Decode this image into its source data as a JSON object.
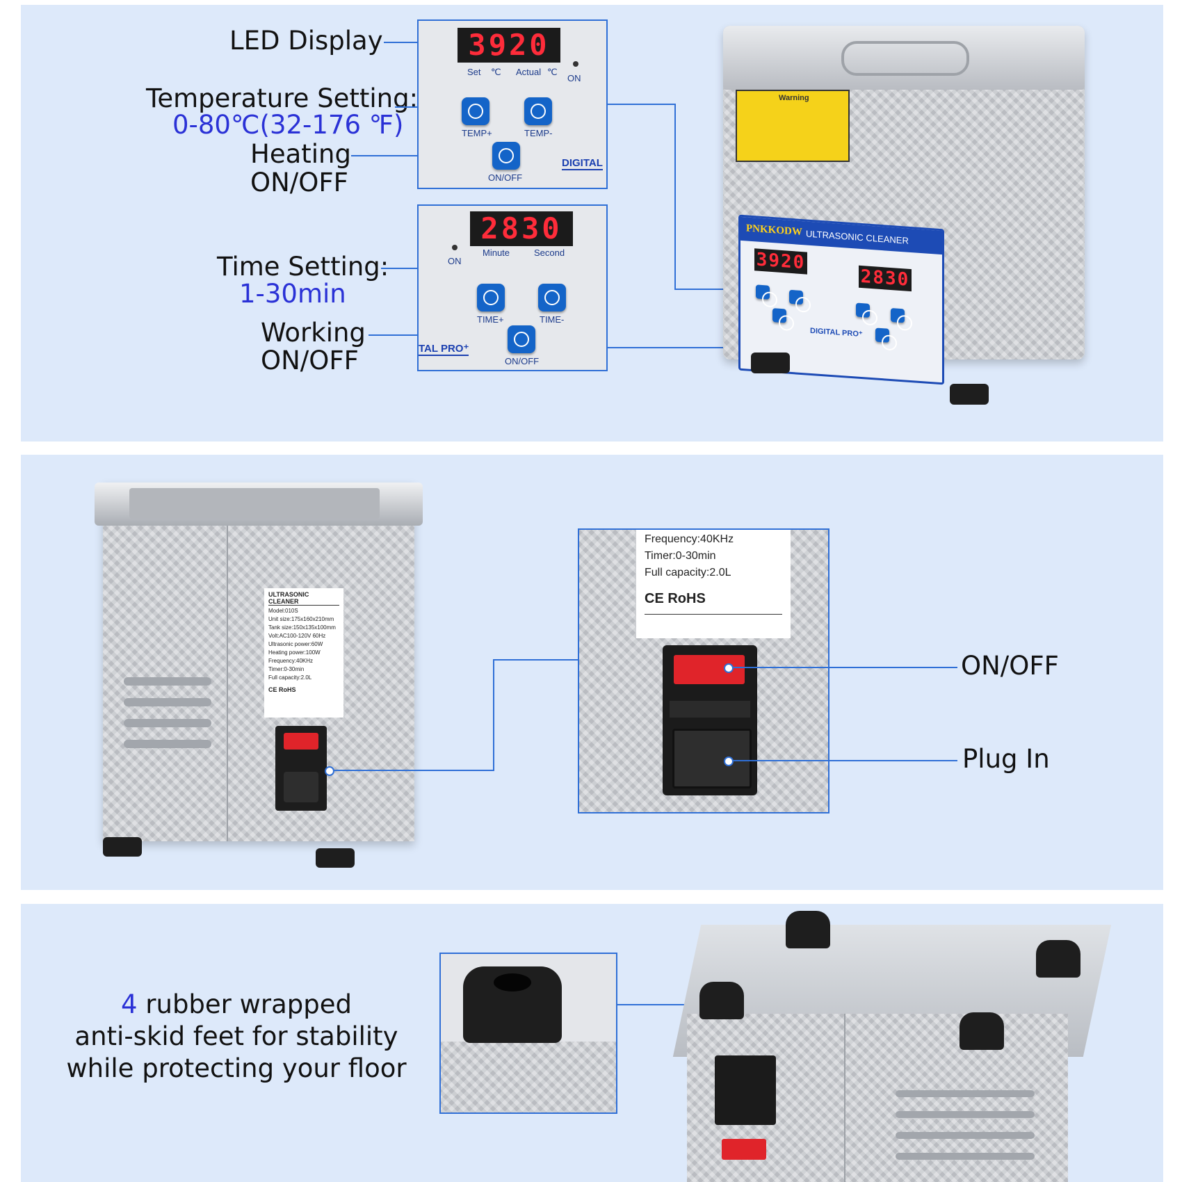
{
  "panel1": {
    "led_label": "LED Display",
    "temp_label": "Temperature Setting:",
    "temp_range": "0-80℃(32-176 ℉)",
    "heating_label_1": "Heating",
    "heating_label_2": "ON/OFF",
    "time_label": "Time Setting:",
    "time_range": "1-30min",
    "working_label_1": "Working",
    "working_label_2": "ON/OFF",
    "inset_temp": {
      "display": "3920",
      "set": "Set",
      "c1": "℃",
      "actual": "Actual",
      "c2": "℃",
      "on": "ON",
      "btn_temp_plus": "TEMP+",
      "btn_temp_minus": "TEMP-",
      "btn_onoff": "ON/OFF",
      "brand_fragment": "DIGITAL"
    },
    "inset_time": {
      "display": "2830",
      "on": "ON",
      "minute": "Minute",
      "second": "Second",
      "btn_time_plus": "TIME+",
      "btn_time_minus": "TIME-",
      "btn_onoff": "ON/OFF",
      "brand_fragment": "TAL PRO⁺"
    },
    "product": {
      "warning_title": "Warning",
      "brand": "PNKKODW",
      "name": "ULTRASONIC CLEANER",
      "display_temp": "3920",
      "display_time": "2830",
      "digital_pro": "DIGITAL PRO⁺"
    }
  },
  "panel2": {
    "onoff_label": "ON/OFF",
    "plug_label": "Plug In",
    "spec_card": {
      "title": "ULTRASONIC CLEANER",
      "lines": [
        "Model:010S",
        "Unit size:175x160x210mm",
        "Tank size:150x135x100mm",
        "Volt:AC100-120V 60Hz",
        "Ultrasonic power:60W",
        "Heating power:100W",
        "Frequency:40KHz",
        "Timer:0-30min",
        "Full capacity:2.0L"
      ],
      "marks": "CE RoHS"
    },
    "zoom_card": {
      "lines": [
        "Frequency:40KHz",
        "Timer:0-30min",
        "Full capacity:2.0L"
      ],
      "marks": "CE RoHS"
    }
  },
  "panel3": {
    "count": "4",
    "line1_rest": " rubber wrapped",
    "line2": "anti-skid feet for stability",
    "line3": "while protecting your floor"
  },
  "colors": {
    "panel_bg": "#dde9fa",
    "accent_line": "#2f6fd6",
    "highlight_text": "#2a31d6",
    "led_red": "#ff2c3a",
    "button_blue": "#1464c8",
    "switch_red": "#e0242a"
  }
}
